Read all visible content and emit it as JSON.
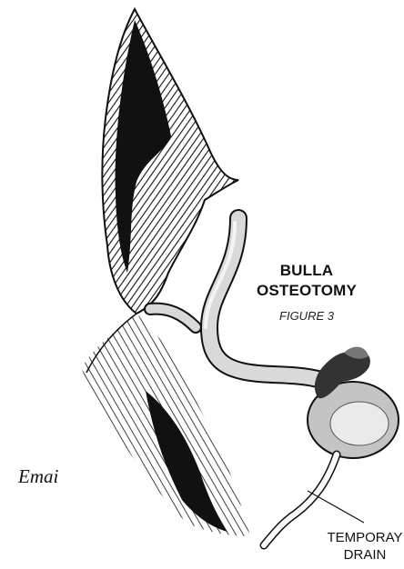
{
  "diagram": {
    "title_line1": "BULLA",
    "title_line2": "OSTEOTOMY",
    "figure_label": "FIGURE 3",
    "drain_label_line1": "TEMPORAY",
    "drain_label_line2": "DRAIN"
  },
  "side_text": "Emai",
  "colors": {
    "ink": "#111111",
    "tube_fill": "#d9d9d9",
    "bulla_fill": "#c4c4c4",
    "bulla_highlight": "#eaeaea",
    "background": "#ffffff"
  }
}
